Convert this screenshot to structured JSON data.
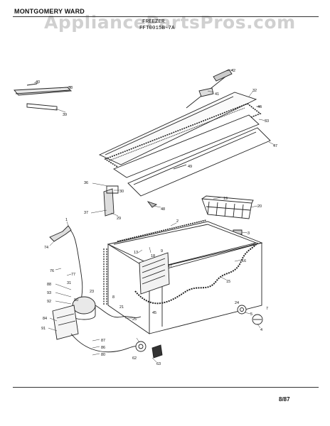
{
  "header": {
    "brand": "MONTGOMERY WARD",
    "model_line1": "FREEZER",
    "model_line2": "FFT0015B-7A"
  },
  "watermark": "AppliancePartsPros.com",
  "footer": {
    "date": "8/87"
  },
  "callouts": {
    "c1": "1",
    "c2": "2",
    "c3": "3",
    "c4": "4",
    "c5": "5",
    "c6": "6",
    "c7": "7",
    "c8": "8",
    "c9": "9",
    "c13": "13",
    "c15": "15",
    "c16": "16",
    "c17": "17",
    "c18": "18",
    "c19": "19",
    "c20": "20",
    "c21": "21",
    "c23": "23",
    "c24": "24",
    "c25": "25",
    "c29": "29",
    "c30": "30",
    "c31": "31",
    "c32": "32",
    "c33": "33",
    "c36": "36",
    "c37": "37",
    "c38": "38",
    "c39": "39",
    "c40": "40",
    "c41": "41",
    "c42": "42",
    "c45": "45",
    "c46": "46",
    "c47": "47",
    "c48": "48",
    "c49": "49",
    "c62": "62",
    "c63": "63",
    "c74": "74",
    "c76": "76",
    "c77": "77",
    "c80": "80",
    "c84": "84",
    "c86": "86",
    "c87": "87",
    "c88": "88",
    "c90": "90",
    "c91": "91",
    "c92": "92",
    "c93": "93"
  }
}
